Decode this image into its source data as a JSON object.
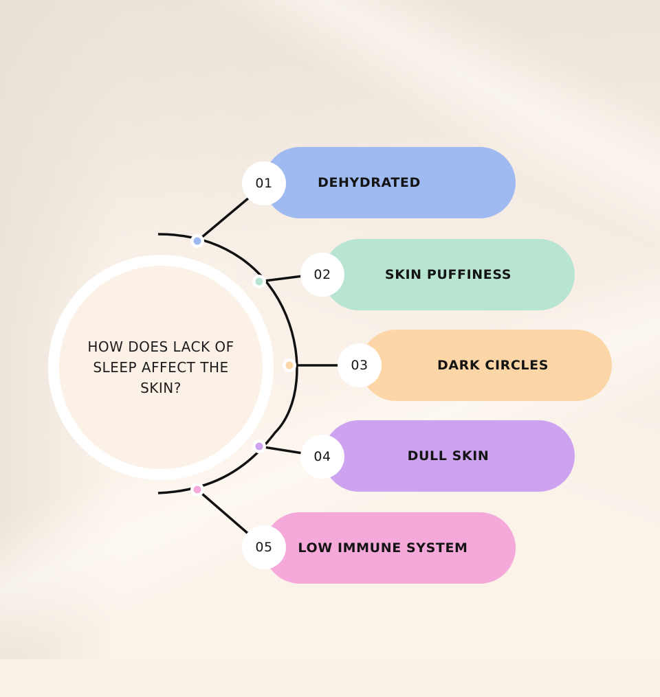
{
  "title": "HOW DOES LACK OF SLEEP AFFECT THE SKIN?",
  "items": [
    {
      "number": "01",
      "label": "DEHYDRATED",
      "color": "#9fbaf1"
    },
    {
      "number": "02",
      "label": "SKIN PUFFINESS",
      "color": "#b8e4d2"
    },
    {
      "number": "03",
      "label": "DARK CIRCLES",
      "color": "#fdd6a8"
    },
    {
      "number": "04",
      "label": "DULL SKIN",
      "color": "#cda3ef"
    },
    {
      "number": "05",
      "label": "LOW IMMUNE SYSTEM",
      "color": "#f5a8da"
    }
  ],
  "colors": {
    "background": "#fbf3ea",
    "line": "#111111",
    "circle_ring": "#ffffff"
  }
}
